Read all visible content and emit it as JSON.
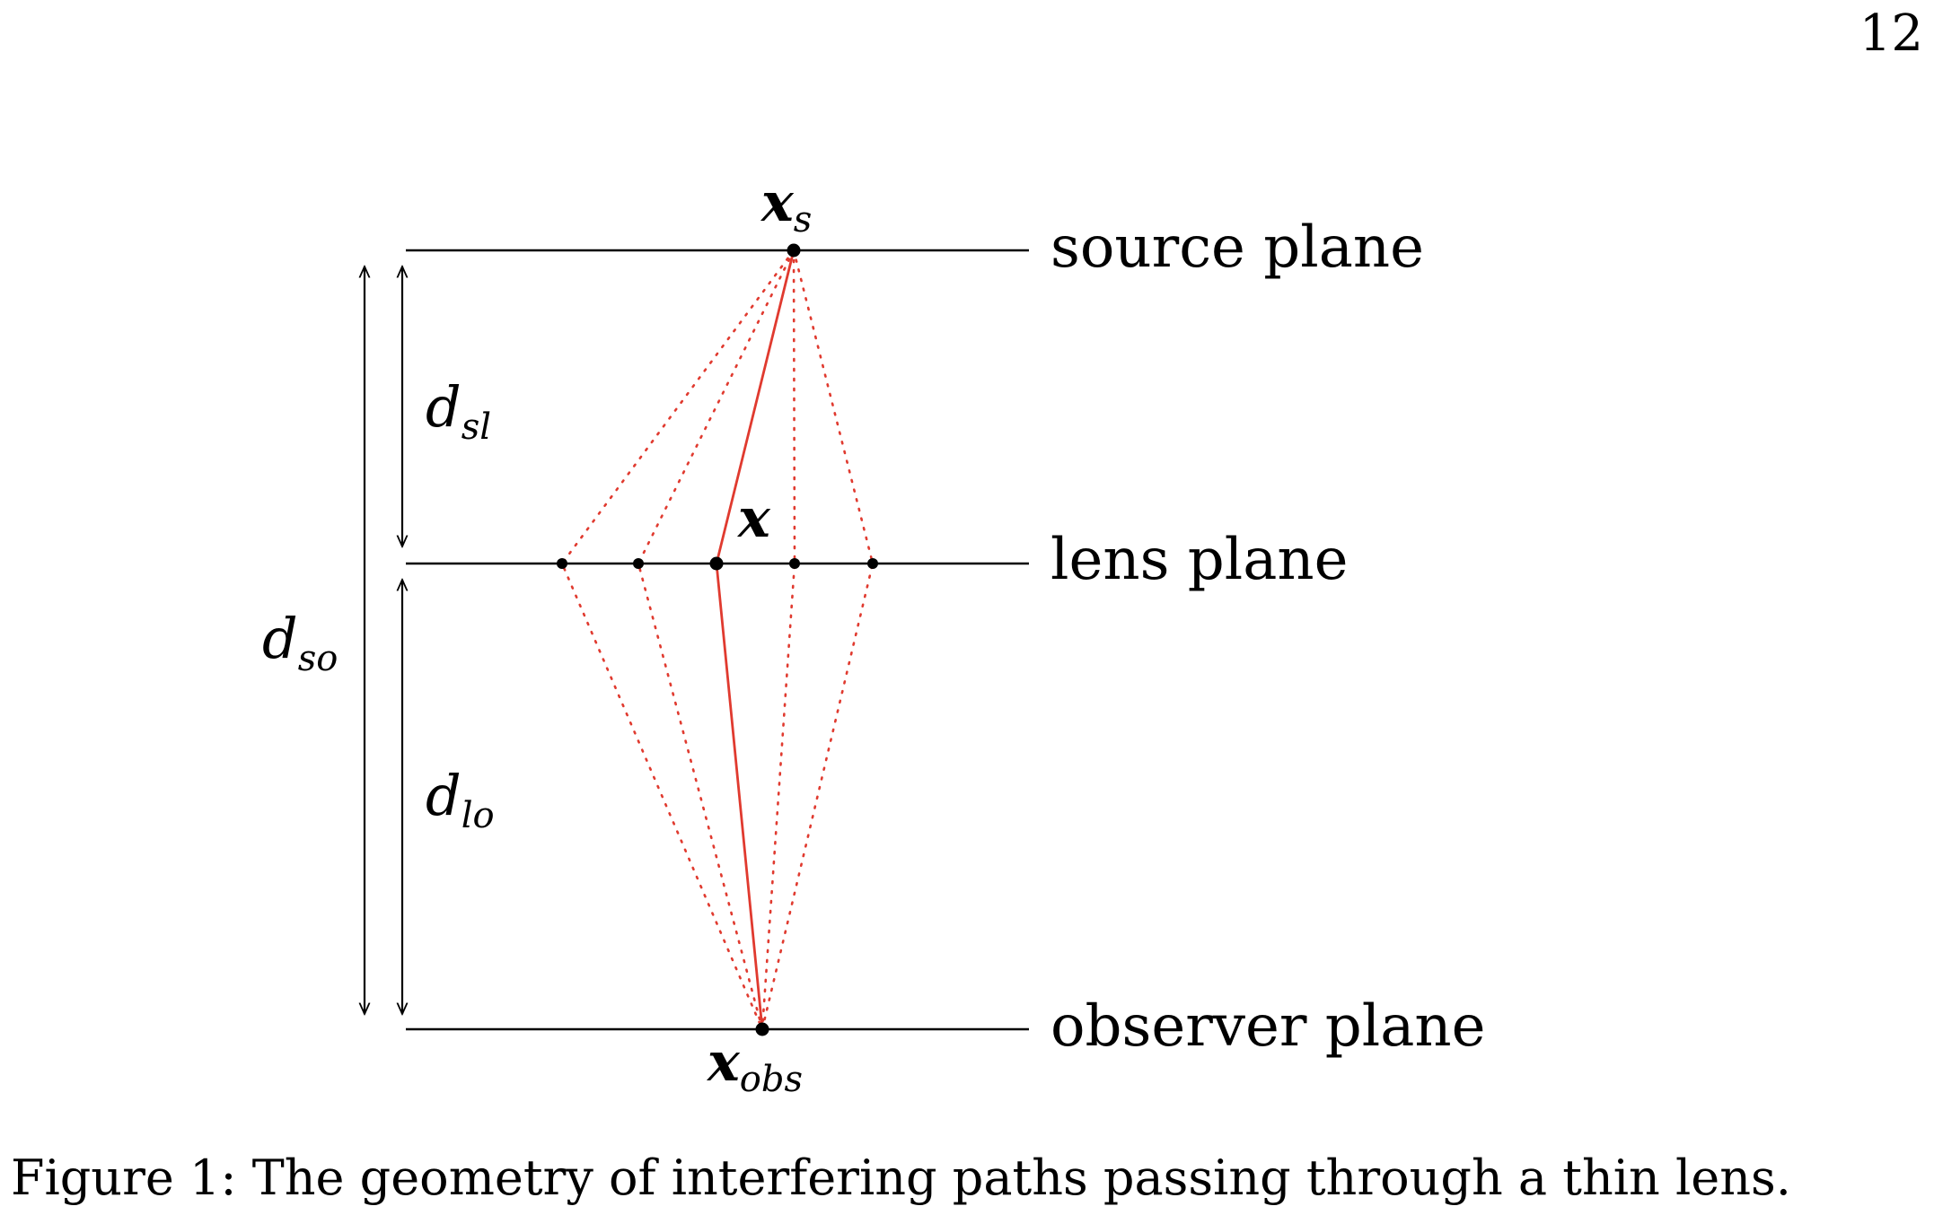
{
  "page_number": "12",
  "planes": {
    "source": "source plane",
    "lens": "lens plane",
    "observer": "observer plane"
  },
  "points": {
    "source": {
      "symbol": "x",
      "subscript": "s"
    },
    "lens": {
      "symbol": "x",
      "subscript": ""
    },
    "observer": {
      "symbol": "x",
      "subscript": "obs"
    }
  },
  "distances": {
    "source_lens": {
      "symbol": "d",
      "subscript": "sl"
    },
    "lens_observer": {
      "symbol": "d",
      "subscript": "lo"
    },
    "source_observer": {
      "symbol": "d",
      "subscript": "so"
    }
  },
  "caption": "Figure 1: The geometry of interfering paths passing through a thin lens.",
  "colors": {
    "path": "#e03a2f",
    "line": "#000000"
  }
}
